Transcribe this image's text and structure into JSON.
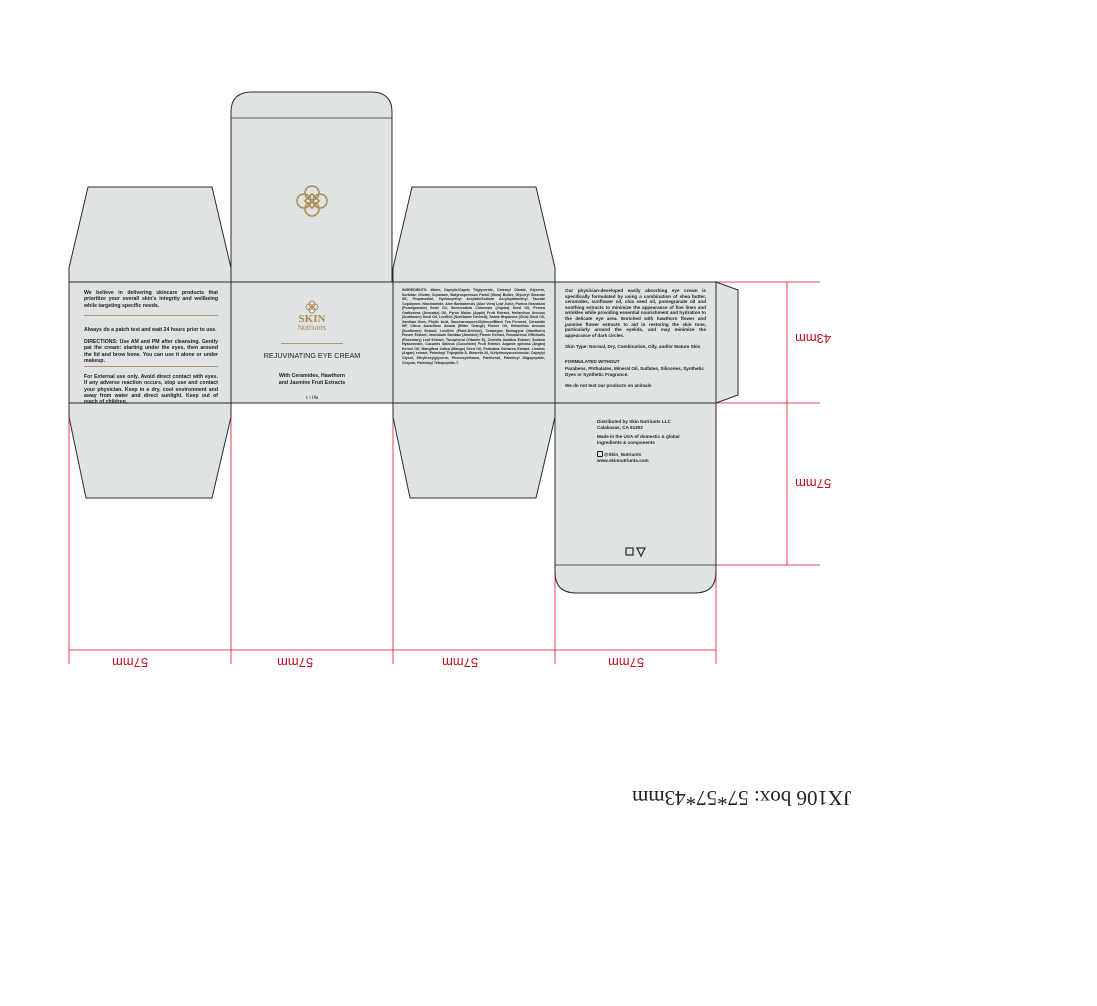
{
  "caption": "JX106 box:  57*57*43mm",
  "dimensions": {
    "width_label": "57mm",
    "height_label": "57mm",
    "depth_label": "43mm"
  },
  "colors": {
    "panel_fill": "#dfe3e3",
    "outline": "#2b2b2b",
    "guide": "#d7141f",
    "brand_gold": "#a88d57"
  },
  "left_panel": {
    "intro": "We believe in delivering skincare products that prioritize your overall skin's integrity and wellbeing while targeting specific needs.",
    "patch": "Always do a patch test and wait 24 hours prior to use.",
    "directions": "DIRECTIONS: Use AM and PM after cleansing. Gently pat the cream: starting under the eyes, then around the lid and brow bone. You can use it alone or under makeup.",
    "warning": "For External use only. Avoid direct contact with eyes. If any adverse reaction occurs, stop use and contact your physician. Keep in a dry, cool environment and away from water and direct sunlight. Keep out of reach of children."
  },
  "front_panel": {
    "brand_top": "SKIN",
    "brand_bottom": "Nutriunts",
    "product_name": "REJUVINATING EYE CREAM",
    "subtitle_line1": "With Ceramides, Hawthorn",
    "subtitle_line2": "and Jasmine Fruit Extracts",
    "net_weight": "9g | ℮ 1"
  },
  "ingredients_panel": {
    "text": "INGREDIENTS: Water, Caprylic/Capric Triglyceride, Cetearyl Olivate, Glycerin, Sorbitan Olivate, Squalane, Butyrospermum Parkii (Shea) Butter, Glyceryl Stearate SE, Propanediol, Hydroxyethyl Acrylate/Sodium Acryloyldimethyl Taurate Copolymer, Niacinamide, Aloe Barbadensis (Aloe Vera) Leaf Juice, Punica Granatum (Pomegranate) Seed Oil, Simmondsia Chinensis (Jojoba) Seed Oil, Persea Gratissima (Avocado) Oil, Pyrus Malus (Apple) Fruit Extract, Helianthus Annuus (Sunflower) Seed Oil, Lecithin (Sunflower Derived), Salvia Hispanica (Chia) Seed Oil, Xanthan Gum, Phytic Acid, Saccharomyces/Xylinum/Black Tea Ferment, Ceramide NP, Citrus Aurantium Amara (Bitter Orange) Flower Oil, Helianthus Annuus (Sunflower) Extract, Lecithin (Plant-Derived), Crataegus Monogyna (Hawthorn) Flower Extract, Jasminum Sambac (Jasmine) Flower Extract, Rosmarinus Officinalis (Rosemary) Leaf Extract, Tocopherol (Vitamin E), Centella Asiatica Extract, Sodium Hyaluronate, Cucumis Sativus (Cucumber) Fruit Extract, Argania spinosa (Argan) Kernel Oil, Mangifera Indica (Mango) Seed Oil, Portulaca Oleracea Extract, Linoleic (Argan) extract, Palmitoyl Tripeptide-5, Steareth-20, N-Hydroxysuccinimide, Caprylyl Glycol, Ethylhexylglycerin, Phenoxyethanol, Panthenol, Palmitoyl Oligopeptide, Chrysin, Palmitoyl Tetrapeptide-7."
  },
  "right_panel": {
    "description": "Our physician-developed easily absorbing eye cream is specifically formulated by using a combination of shea butter, ceramides, sunflower oil, chia seed oil, pomegranate oil and soothing extracts to minimize the appearance of fine lines and wrinkles while providing essential nourishment and hydration to the delicate eye area. Enriched with hawthorn flower and jasmine flower extracts to aid in restoring the skin tone, particularly around the eyelids, and may minimize the appearance of dark circles.",
    "skin_type": "Skin Type: Normal, Dry, Combination, Oily, and/or Mature Skin",
    "formulated_heading": "FORMULATED WITHOUT",
    "formulated_list": "Parabens, Phthalates, Mineral Oil, Sulfates, Silicones, Synthetic Dyes or Synthetic Fragrance.",
    "cruelty": "We do not test our products on animals"
  },
  "bottom_panel": {
    "distributed": "Distributed by Skin Nutriunts LLC",
    "city": "Calabasas, CA 91302",
    "made_line1": "Made in the USA of domestic & global",
    "made_line2": "ingredients & components",
    "instagram": "@Skin_Nutriunts",
    "website": "www.skinnutriunts.com",
    "recycle_mark": "♲ ⚠"
  }
}
